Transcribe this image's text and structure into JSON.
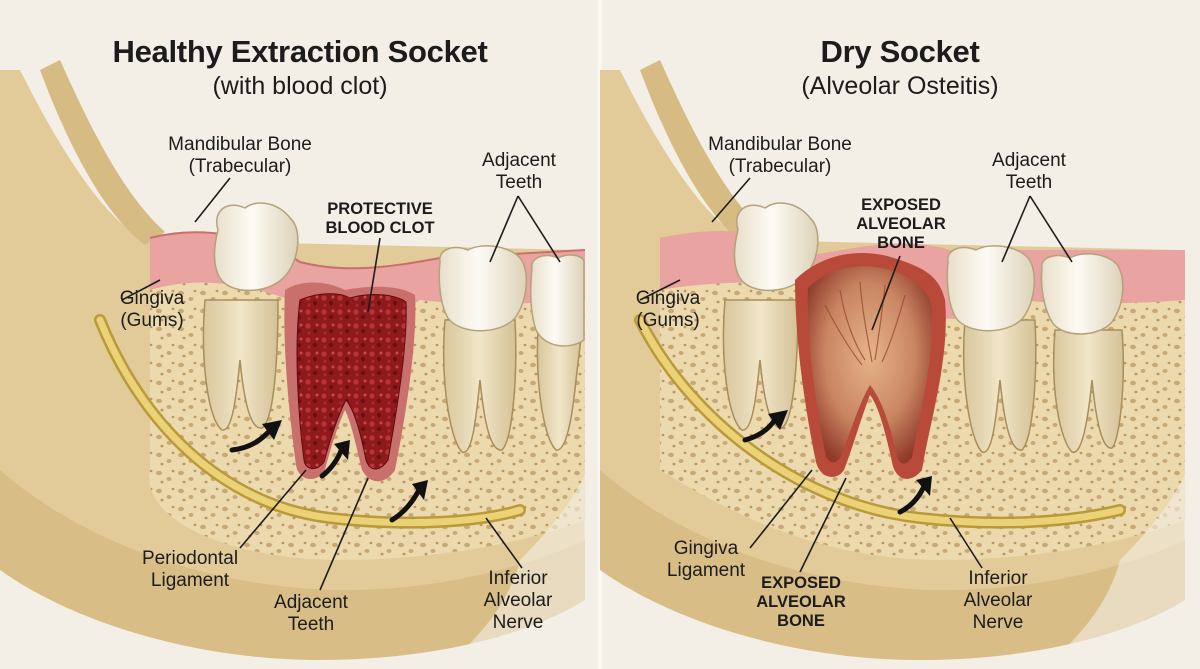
{
  "healthy": {
    "title": "Healthy Extraction Socket",
    "subtitle": "(with blood clot)",
    "labels": {
      "mandibular_bone": [
        "Mandibular Bone",
        "(Trabecular)"
      ],
      "gingiva": [
        "Gingiva",
        "(Gums)"
      ],
      "blood_clot": [
        "PROTECTIVE",
        "BLOOD CLOT"
      ],
      "adjacent_teeth_top": [
        "Adjacent",
        "Teeth"
      ],
      "periodontal_ligament": [
        "Periodontal",
        "Ligament"
      ],
      "adjacent_teeth_bottom": [
        "Adjacent",
        "Teeth"
      ],
      "inferior_nerve": [
        "Inferior",
        "Alveolar",
        "Nerve"
      ]
    }
  },
  "dry": {
    "title": "Dry Socket",
    "subtitle": "(Alveolar Osteitis)",
    "labels": {
      "mandibular_bone": [
        "Mandibular Bone",
        "(Trabecular)"
      ],
      "gingiva": [
        "Gingiva",
        "(Gums)"
      ],
      "exposed_bone_top": [
        "EXPOSED",
        "ALVEOLAR",
        "BONE"
      ],
      "adjacent_teeth": [
        "Adjacent",
        "Teeth"
      ],
      "gingiva_ligament": [
        "Gingiva",
        "Ligament"
      ],
      "exposed_bone_bottom": [
        "EXPOSED",
        "ALVEOLAR",
        "BONE"
      ],
      "inferior_nerve": [
        "Inferior",
        "Alveolar",
        "Nerve"
      ]
    }
  },
  "colors": {
    "background": "#f3efe6",
    "bone": "#ecd9ad",
    "gum": "#e9a3a0",
    "tooth": "#fbf8f1",
    "clot": "#8e1a1c",
    "exposed_bone": "#c98562",
    "nerve": "#e8cd6f"
  }
}
